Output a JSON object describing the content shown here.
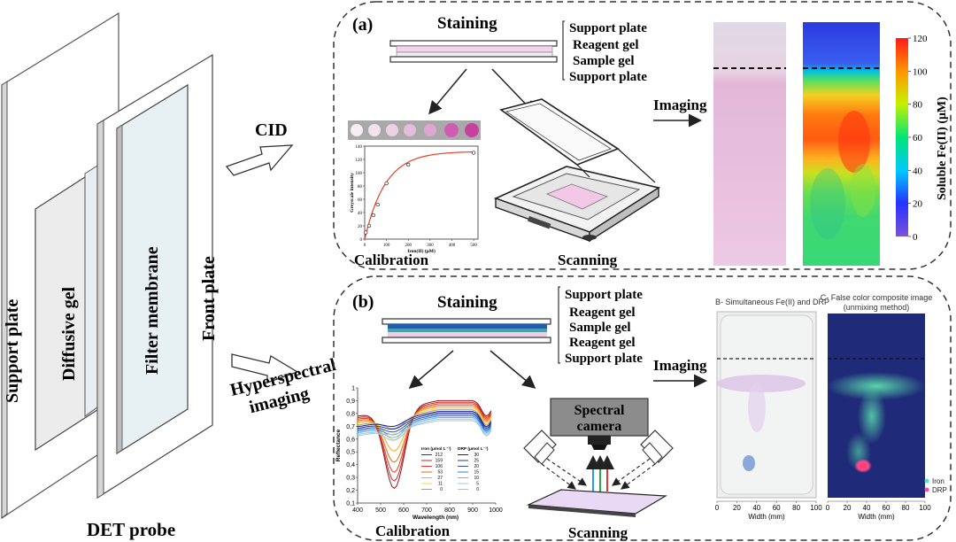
{
  "probe": {
    "title": "DET probe",
    "layers": [
      "Support plate",
      "Diffusive gel",
      "Filter membrane",
      "Front plate"
    ]
  },
  "methods": {
    "a": "CID",
    "b": "Hyperspectral imaging"
  },
  "panel_a": {
    "tag": "(a)",
    "staining": "Staining",
    "layers": [
      "Support plate",
      "Reagent gel",
      "Sample gel",
      "Support plate"
    ],
    "imaging": "Imaging",
    "calibration": "Calibration",
    "scanning": "Scanning",
    "colorbar_label": "Soluble Fe(II) (μM)",
    "colorbar_ticks": [
      "120",
      "100",
      "80",
      "60",
      "40",
      "20",
      "0"
    ]
  },
  "panel_b": {
    "tag": "(b)",
    "staining": "Staining",
    "layers": [
      "Support plate",
      "Reagent gel",
      "Sample gel",
      "Reagent gel",
      "Support plate"
    ],
    "imaging": "Imaging",
    "calibration": "Calibration",
    "scanning": "Scanning",
    "camera_label_1": "Spectral",
    "camera_label_2": "camera",
    "image_b_title": "B- Simultaneous Fe(II) and DRP",
    "image_c_title_1": "C- False color composite image",
    "image_c_title_2": "(unmixing method)",
    "width_label": "Width (mm)",
    "width_ticks": [
      "0",
      "20",
      "40",
      "60",
      "80",
      "100"
    ],
    "legend": [
      "Iron",
      "DRP"
    ]
  },
  "chart_data": [
    {
      "type": "scatter",
      "title": "",
      "xlabel": "Iron(II) (μM)",
      "ylabel": "Greyscale intensity",
      "x_ticks": [
        "0",
        "100",
        "200",
        "300",
        "400",
        "500"
      ],
      "y_ticks": [
        "0",
        "20",
        "40",
        "60",
        "80",
        "100",
        "120",
        "140"
      ],
      "xlim": [
        0,
        520
      ],
      "ylim": [
        0,
        140
      ],
      "points": [
        [
          5,
          10
        ],
        [
          20,
          20
        ],
        [
          40,
          36
        ],
        [
          60,
          52
        ],
        [
          100,
          84
        ],
        [
          200,
          112
        ],
        [
          500,
          130
        ]
      ],
      "fit_curve": true
    },
    {
      "type": "line",
      "title": "",
      "xlabel": "Wavelength (nm)",
      "ylabel": "Reflectance",
      "x_ticks": [
        "400",
        "500",
        "600",
        "700",
        "800",
        "900",
        "1000"
      ],
      "y_ticks": [
        "0,1",
        "0,2",
        "0,3",
        "0,4",
        "0,5",
        "0,6",
        "0,7",
        "0,8",
        "0,9",
        "1"
      ],
      "xlim": [
        400,
        1000
      ],
      "ylim": [
        0.1,
        1.0
      ],
      "legend_iron_title": "Iron (μmol L⁻¹)",
      "legend_drp_title": "DRP (μmol L⁻¹)",
      "iron_levels": [
        "212",
        "159",
        "106",
        "53",
        "27",
        "11",
        "0"
      ],
      "drp_levels": [
        "30",
        "25",
        "20",
        "15",
        "10",
        "5",
        "0"
      ],
      "series_colors": [
        "#8b1a1a",
        "#c62828",
        "#e53935",
        "#ef6c00",
        "#f9a825",
        "#fdd835",
        "#9e9e9e",
        "#1a237e",
        "#283593",
        "#3949ab",
        "#1e88e5",
        "#64b5f6",
        "#90caf9",
        "#bdbdbd"
      ]
    }
  ]
}
